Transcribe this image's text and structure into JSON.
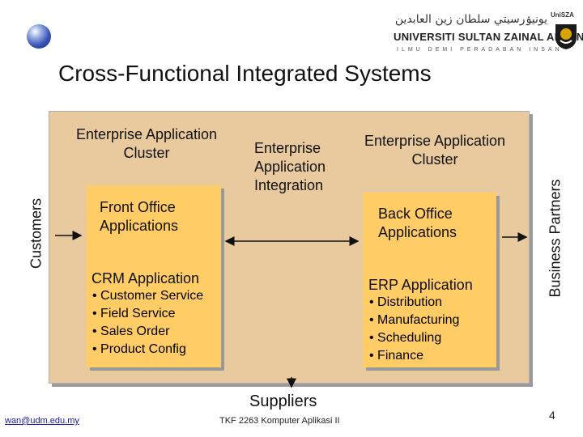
{
  "header": {
    "university_arabic": "يونيۏرسيتي سلطان زين العابدين",
    "university_name": "UNIVERSITI SULTAN ZAINAL ABIDIN",
    "university_motto": "ILMU DEMI PERADABAN INSAN",
    "university_tag": "UniSZA"
  },
  "slide": {
    "title": "Cross-Functional Integrated Systems"
  },
  "diagram": {
    "left_cluster_label": "Enterprise Application Cluster",
    "integration_label": "Enterprise Application Integration",
    "right_cluster_label": "Enterprise Application Cluster",
    "front_office_label": "Front Office Applications",
    "back_office_label": "Back Office Applications",
    "crm": {
      "heading": "CRM Application",
      "items": [
        "• Customer Service",
        "• Field Service",
        "• Sales Order",
        "• Product Config"
      ]
    },
    "erp": {
      "heading": "ERP Application",
      "items": [
        "• Distribution",
        "• Manufacturing",
        "• Scheduling",
        "• Finance"
      ]
    },
    "customers_label": "Customers",
    "partners_label": "Business Partners",
    "suppliers_label": "Suppliers"
  },
  "footer": {
    "email": "wan@udm.edu.my",
    "course": "TKF 2263 Komputer Aplikasi II",
    "page_number": "4"
  }
}
